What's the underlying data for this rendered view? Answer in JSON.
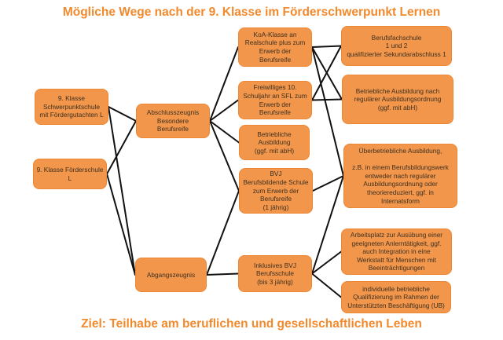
{
  "title": "Mögliche Wege nach der 9. Klasse im Förderschwerpunkt Lernen",
  "footer": "Ziel: Teilhabe am beruflichen und gesellschaftlichen Leben",
  "colors": {
    "background": "#ffffff",
    "title_text": "#f28a2d",
    "node_fill": "#f2964b",
    "node_border": "#ed8733",
    "node_text": "#3e3020",
    "line": "#111111"
  },
  "nodes": {
    "left1": {
      "label": "9. Klasse\nSchwerpunktschule\nmit Fördergutachten L"
    },
    "left2": {
      "label": "9. Klasse Förderschule\nL"
    },
    "mid1": {
      "label": "Abschlusszeugnis\nBesondere\nBerufsreife"
    },
    "mid2": {
      "label": "Abgangszeugnis"
    },
    "mr1": {
      "label": "KoA-Klasse an\nRealschule plus zum\nErwerb der\nBerufsreife"
    },
    "mr2": {
      "label": "Freiwilliges 10.\nSchuljahr an SFL zum\nErwerb der\nBerufsreife"
    },
    "mr3": {
      "label": "Betriebliche\nAusbildung\n(ggf. mit abH)"
    },
    "mr4": {
      "label": "BVJ\nBerufsbildende Schule\nzum Erwerb der\nBerufsreife\n(1 jährig)"
    },
    "mr5": {
      "label": "Inklusives BVJ\nBerufsschule\n(bis 3 jährig)"
    },
    "r1": {
      "label": "Berufsfachschule\n1 und 2\nqualifizierter Sekundarabschluss 1"
    },
    "r2": {
      "label": "Betriebliche Ausbildung nach\nregulärer Ausbildungsordnung\n(ggf. mit abH)"
    },
    "r3": {
      "label": "Überbetriebliche Ausbildung,\n\nz.B. in einem Berufsbildungswerk\nentweder nach regulärer\nAusbildungsordnung oder\ntheoriereduziert, ggf. in\nInternatsform"
    },
    "r4": {
      "label": "Arbeitsplatz zur Ausübung einer\ngeeigneten Anlerntätigkeit, ggf.\nauch Integration in eine\nWerkstatt für Menschen mit\nBeeinträchtigungen"
    },
    "r5": {
      "label": "individuelle betriebliche\nQualifizierung im Rahmen der\nUnterstützten Beschäftigung (UB)"
    }
  },
  "edges": [
    {
      "from": "left1",
      "to": "mid1"
    },
    {
      "from": "left1",
      "to": "mid2"
    },
    {
      "from": "left2",
      "to": "mid1"
    },
    {
      "from": "left2",
      "to": "mid2"
    },
    {
      "from": "mid1",
      "to": "mr1"
    },
    {
      "from": "mid1",
      "to": "mr2"
    },
    {
      "from": "mid1",
      "to": "mr3"
    },
    {
      "from": "mid1",
      "to": "mr4"
    },
    {
      "from": "mid2",
      "to": "mr4"
    },
    {
      "from": "mid2",
      "to": "mr5"
    },
    {
      "from": "mr1",
      "to": "r1"
    },
    {
      "from": "mr1",
      "to": "r2"
    },
    {
      "from": "mr1",
      "to": "r3"
    },
    {
      "from": "mr2",
      "to": "r1"
    },
    {
      "from": "mr2",
      "to": "r2"
    },
    {
      "from": "mr4",
      "to": "r3"
    },
    {
      "from": "mr5",
      "to": "r3"
    },
    {
      "from": "mr5",
      "to": "r4"
    },
    {
      "from": "mr5",
      "to": "r5"
    }
  ]
}
